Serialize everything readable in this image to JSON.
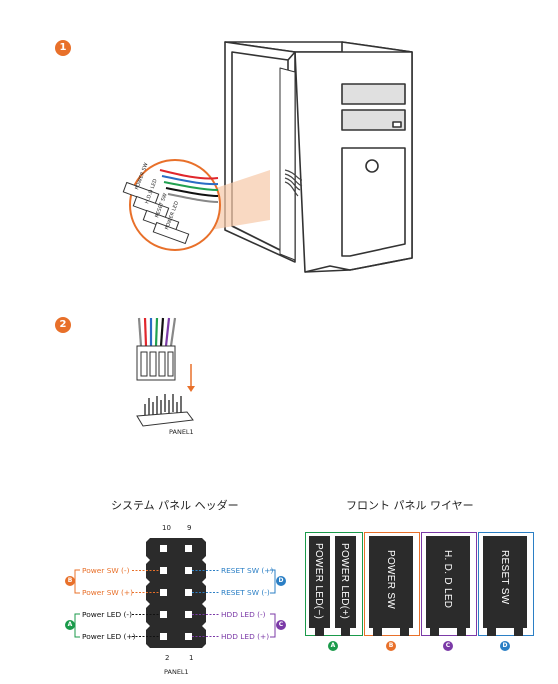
{
  "steps": [
    "1",
    "2"
  ],
  "step1": {
    "callout_labels": [
      "POWER SW",
      "H.D.D LED",
      "RESET SW",
      "POWER LED"
    ]
  },
  "step2": {
    "header_label": "PANEL1"
  },
  "panel_header": {
    "title": "システム パネル ヘッダー",
    "pin_top_left": "10",
    "pin_top_right": "9",
    "pin_bottom_left": "2",
    "pin_bottom_right": "1",
    "label": "PANEL1",
    "left_labels": [
      "Power SW (-)",
      "Power SW (+)",
      "Power LED (-)",
      "Power LED (+)"
    ],
    "right_labels": [
      "RESET SW (+)",
      "RESET SW (-)",
      "HDD LED (-)",
      "HDD LED (+)"
    ],
    "group_badges": {
      "A": "A",
      "B": "B",
      "C": "C",
      "D": "D"
    }
  },
  "front_panel": {
    "title": "フロント パネル ワイヤー",
    "connectors": [
      {
        "badge": "A",
        "labels": [
          "POWER LED(−)",
          "POWER LED(+)"
        ]
      },
      {
        "badge": "B",
        "labels": [
          "POWER SW"
        ]
      },
      {
        "badge": "C",
        "labels": [
          "H. D. D LED"
        ]
      },
      {
        "badge": "D",
        "labels": [
          "RESET SW"
        ]
      }
    ]
  },
  "colors": {
    "A": "#1a9a4a",
    "B": "#e8702a",
    "C": "#7b3aa7",
    "D": "#2b7fc5",
    "step_badge": "#e8702a"
  }
}
